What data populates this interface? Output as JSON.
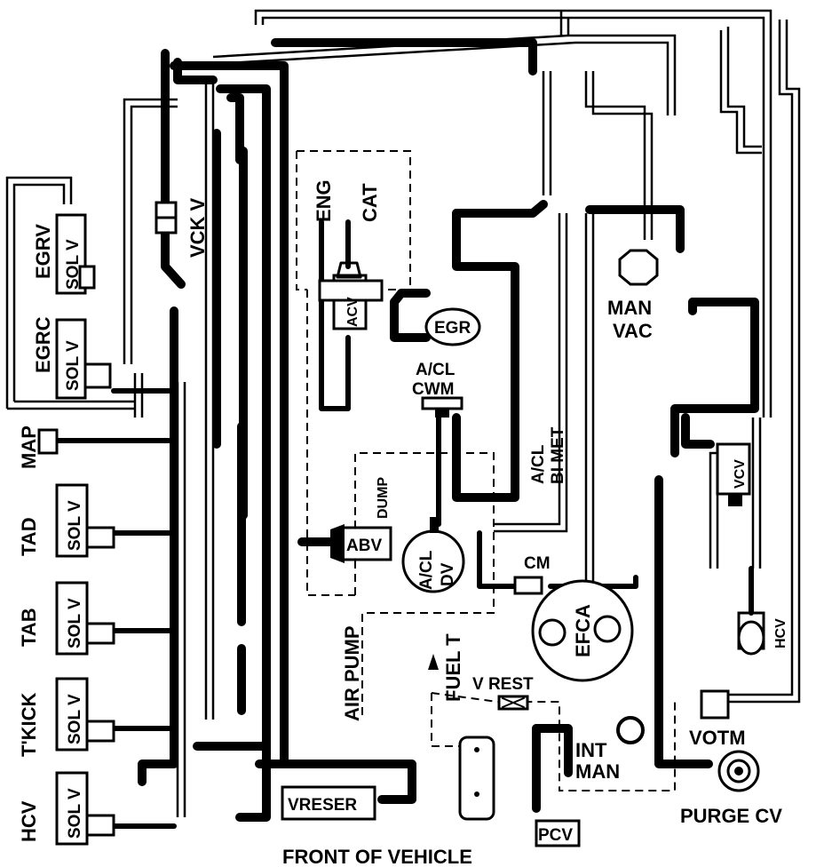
{
  "diagram": {
    "footer": "FRONT OF VEHICLE",
    "components": {
      "egrv": "EGRV",
      "egrc": "EGRC",
      "sol_v": "SOL V",
      "vck_v": "VCK V",
      "map": "MAP",
      "tad": "TAD",
      "tab": "TAB",
      "tkick": "T'KICK",
      "hcv": "HCV",
      "eng": "ENG",
      "cat": "CAT",
      "acv": "ACV",
      "egr": "EGR",
      "acl": "A/CL",
      "cwm": "CWM",
      "acl_bimet_1": "A/CL",
      "acl_bimet_2": "BI MET",
      "dump": "DUMP",
      "abv": "ABV",
      "acl_dv_1": "A/CL",
      "acl_dv_2": "DV",
      "cm": "CM",
      "efca": "EFCA",
      "man_1": "MAN",
      "man_2": "VAC",
      "vcv": "VCV",
      "hcv_right": "HCV",
      "air_pump": "AIR PUMP",
      "fuel_t": "FUEL T",
      "v_rest": "V REST",
      "int_1": "INT",
      "int_2": "MAN",
      "votm": "VOTM",
      "purge_cv": "PURGE  CV",
      "vreser": "VRESER",
      "pcv": "PCV"
    }
  }
}
